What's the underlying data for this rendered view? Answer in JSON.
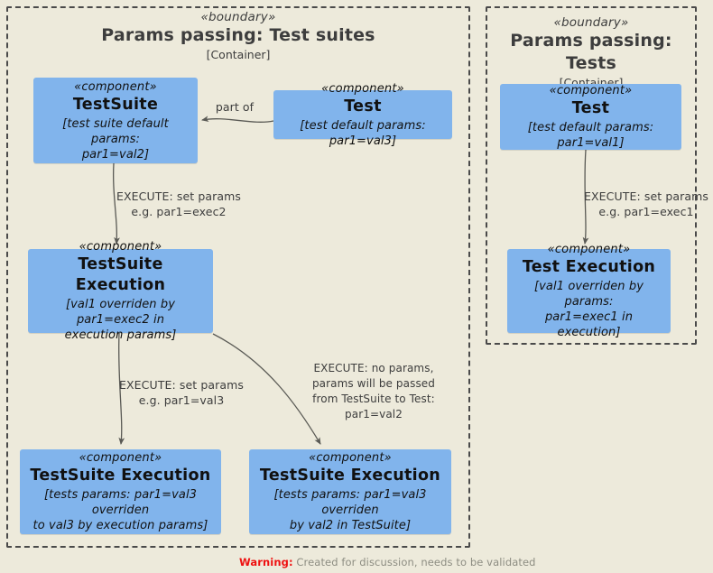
{
  "diagram": {
    "title": "Params passing",
    "background_color": "#EDEADB",
    "component_color": "#81B4EC",
    "boundary_stroke": "#4a4a4a",
    "warning": {
      "key": "Warning:",
      "text": "Created for discussion, needs to be validated",
      "key_color": "#EE1111",
      "text_color": "#8d8d82"
    }
  },
  "boundaries": [
    {
      "id": "test-suites",
      "stereotype": "«boundary»",
      "title": "Params passing: Test suites",
      "subtitle": "[Container]"
    },
    {
      "id": "tests",
      "stereotype": "«boundary»",
      "title": "Params passing: Tests",
      "subtitle": "[Container]"
    }
  ],
  "components": [
    {
      "id": "testsuite",
      "stereotype": "«component»",
      "name": "TestSuite",
      "note": "[test suite default params:\npar1=val2]"
    },
    {
      "id": "test-left",
      "stereotype": "«component»",
      "name": "Test",
      "note": "[test default params: par1=val3]"
    },
    {
      "id": "testsuite-execution-mid",
      "stereotype": "«component»",
      "name": "TestSuite Execution",
      "note": "[val1 overriden by par1=exec2 in\nexecution params]"
    },
    {
      "id": "testsuite-execution-bl",
      "stereotype": "«component»",
      "name": "TestSuite Execution",
      "note": "[tests params: par1=val3 overriden\nto val3 by execution params]"
    },
    {
      "id": "testsuite-execution-br",
      "stereotype": "«component»",
      "name": "TestSuite Execution",
      "note": "[tests params: par1=val3 overriden\nby val2 in TestSuite]"
    },
    {
      "id": "test-right",
      "stereotype": "«component»",
      "name": "Test",
      "note": "[test default params: par1=val1]"
    },
    {
      "id": "test-execution-right",
      "stereotype": "«component»",
      "name": "Test Execution",
      "note": "[val1 overriden by params:\npar1=exec1 in execution]"
    }
  ],
  "edges": [
    {
      "id": "part-of",
      "label": "part of",
      "from": "test-left",
      "to": "testsuite"
    },
    {
      "id": "execute-exec2",
      "label": "EXECUTE: set params\ne.g. par1=exec2",
      "from": "testsuite",
      "to": "testsuite-execution-mid"
    },
    {
      "id": "execute-val3",
      "label": "EXECUTE: set params\ne.g. par1=val3",
      "from": "testsuite-execution-mid",
      "to": "testsuite-execution-bl"
    },
    {
      "id": "execute-noparams",
      "label": "EXECUTE: no params,\nparams will be passed\nfrom TestSuite to Test:\npar1=val2",
      "from": "testsuite-execution-mid",
      "to": "testsuite-execution-br"
    },
    {
      "id": "execute-exec1",
      "label": "EXECUTE: set params\ne.g. par1=exec1",
      "from": "test-right",
      "to": "test-execution-right"
    }
  ]
}
